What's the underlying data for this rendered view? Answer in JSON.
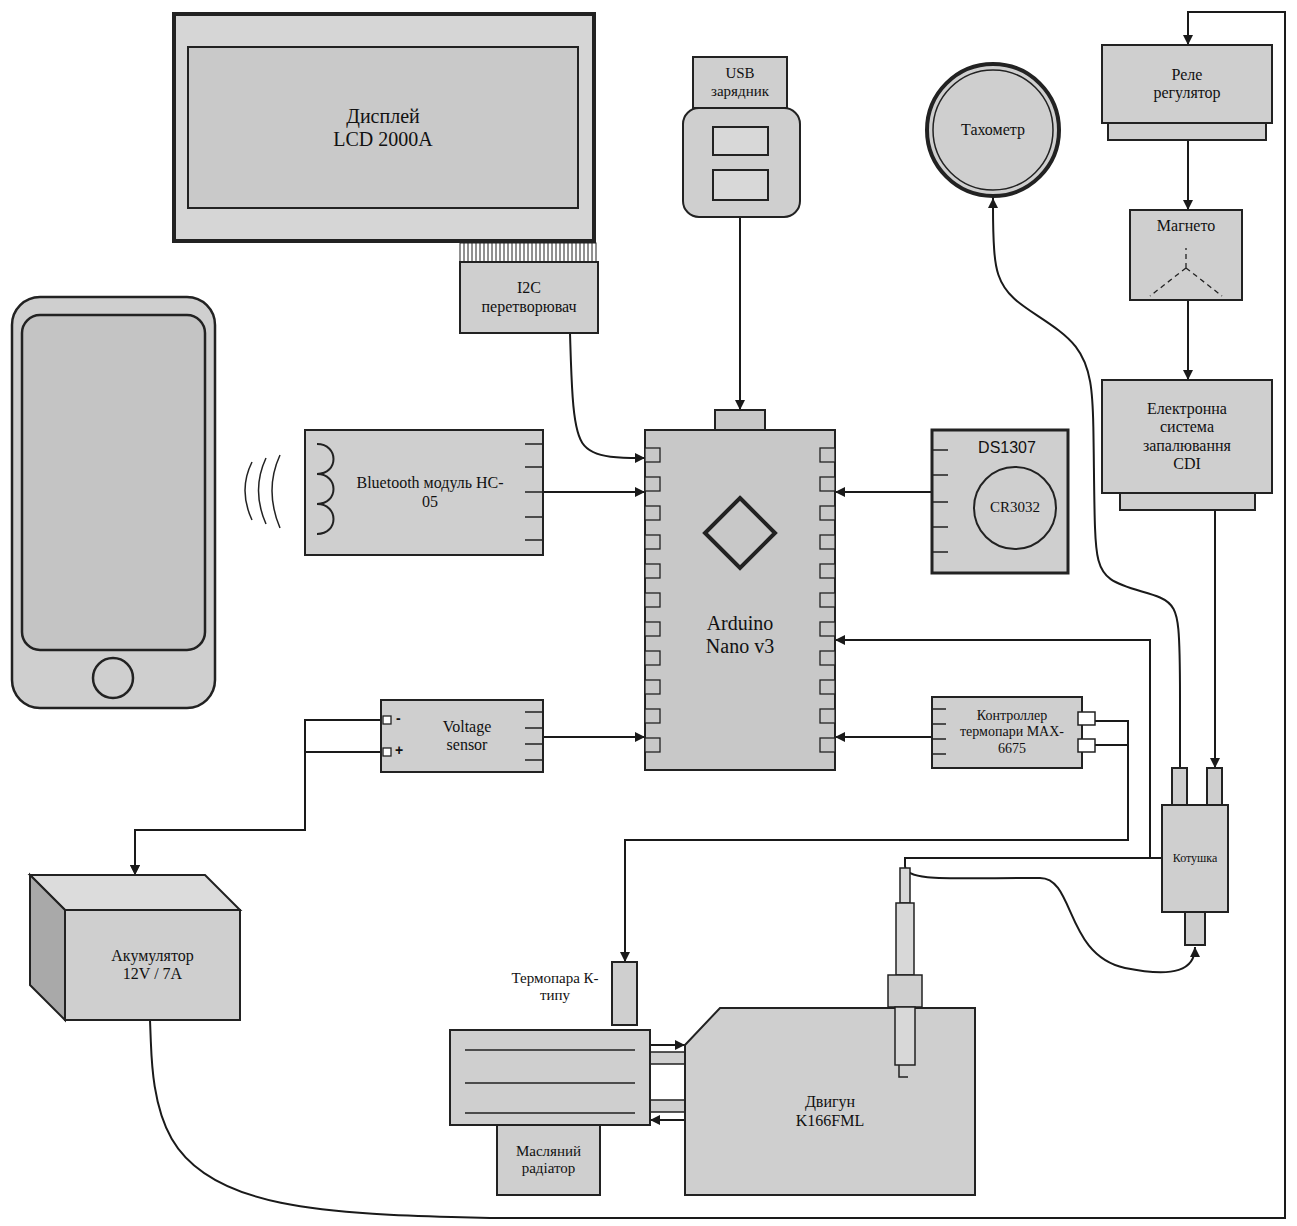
{
  "diagram": {
    "nodes": [
      {
        "text": [
          "Дисплей LCD 2000A"
        ]
      },
      {
        "text": [
          "USB зарядник"
        ]
      },
      {
        "text": [
          "Реле регулятор"
        ]
      },
      {
        "text": [
          "Тахометр"
        ]
      },
      {
        "text": [
          "Магнето"
        ]
      },
      {
        "text": [
          "I2C перетворювач"
        ]
      },
      {
        "text": [
          "Електронна система запалювання CDI"
        ]
      },
      {
        "text": [
          "Bluetooth модуль HC-05"
        ]
      },
      {
        "text": [
          "Arduino Nano v3"
        ]
      },
      {
        "text": [
          "DS1307"
        ]
      },
      {
        "text": [
          "CR3032"
        ],
        "in": 9
      },
      {
        "text": [
          "Voltage sensor"
        ]
      },
      {
        "text": [
          "Контроллер термопари MAX-6675"
        ]
      },
      {
        "text": [
          "Котушка"
        ]
      },
      {
        "text": [
          "Акумулятор 12V / 7A"
        ]
      },
      {
        "text": [
          "Термопара К-типу"
        ]
      },
      {
        "text": [
          "Масляний радіатор"
        ]
      },
      {
        "text": [
          "Двигун K166FML"
        ]
      }
    ],
    "edges": [
      {
        "from": 5,
        "to": 8,
        "arrow": "to"
      },
      {
        "from": 1,
        "to": 8,
        "arrow": "to"
      },
      {
        "from": 7,
        "to": 8,
        "arrow": "to"
      },
      {
        "from": 9,
        "to": 8,
        "arrow": "to"
      },
      {
        "from": 11,
        "to": 8,
        "arrow": "to"
      },
      {
        "from": 12,
        "to": 8,
        "arrow": "to"
      },
      {
        "from": 2,
        "to": 4,
        "arrow": "to"
      },
      {
        "from": 4,
        "to": 6,
        "arrow": "to"
      },
      {
        "from": 6,
        "to": 13,
        "arrow": "to"
      },
      {
        "from": 13,
        "to": 3,
        "arrow": "to"
      },
      {
        "from": 13,
        "to": 8,
        "arrow": "to"
      },
      {
        "from": 14,
        "to": 2,
        "arrow": "to"
      },
      {
        "from": 11,
        "to": 14,
        "arrow": "to"
      },
      {
        "from": 11,
        "to": 14,
        "arrow": "to"
      },
      {
        "from": 12,
        "to": 15,
        "arrow": "to"
      },
      {
        "from": 16,
        "to": 17,
        "arrow": "to"
      },
      {
        "from": 17,
        "to": 16,
        "arrow": "to"
      }
    ],
    "labels": [
      "-",
      "+"
    ]
  }
}
